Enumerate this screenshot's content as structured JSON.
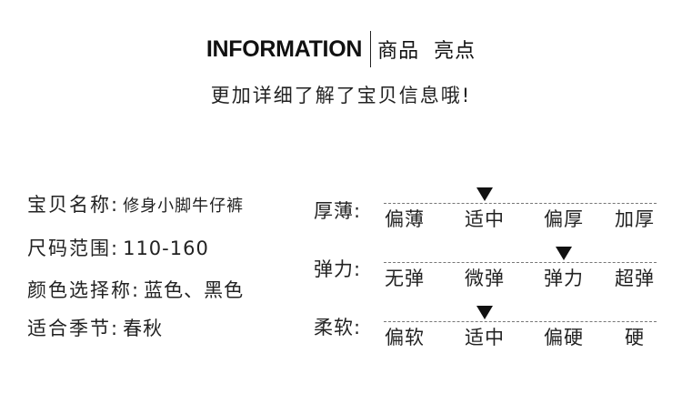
{
  "header": {
    "title_en": "INFORMATION",
    "title_cn": "商品  亮点",
    "subtitle": "更加详细了解了宝贝信息哦!"
  },
  "info": {
    "rows": [
      {
        "label": "宝贝名称:",
        "value": "修身小脚牛仔裤"
      },
      {
        "label": "尺码范围:",
        "value": "110-160"
      },
      {
        "label": "颜色选择称:",
        "value": "蓝色、黑色"
      },
      {
        "label": "适合季节:",
        "value": "春秋"
      }
    ]
  },
  "scales": [
    {
      "label": "厚薄:",
      "options": [
        "偏薄",
        "适中",
        "偏厚",
        "加厚"
      ],
      "selected_index": 1
    },
    {
      "label": "弹力:",
      "options": [
        "无弹",
        "微弹",
        "弹力",
        "超弹"
      ],
      "selected_index": 2
    },
    {
      "label": "柔软:",
      "options": [
        "偏软",
        "适中",
        "偏硬",
        "硬"
      ],
      "selected_index": 1
    }
  ],
  "colors": {
    "text": "#222222",
    "marker": "#111111",
    "divider": "#222222",
    "dashed_line": "#777777"
  },
  "icons": {
    "marker": "triangle-down-icon"
  }
}
